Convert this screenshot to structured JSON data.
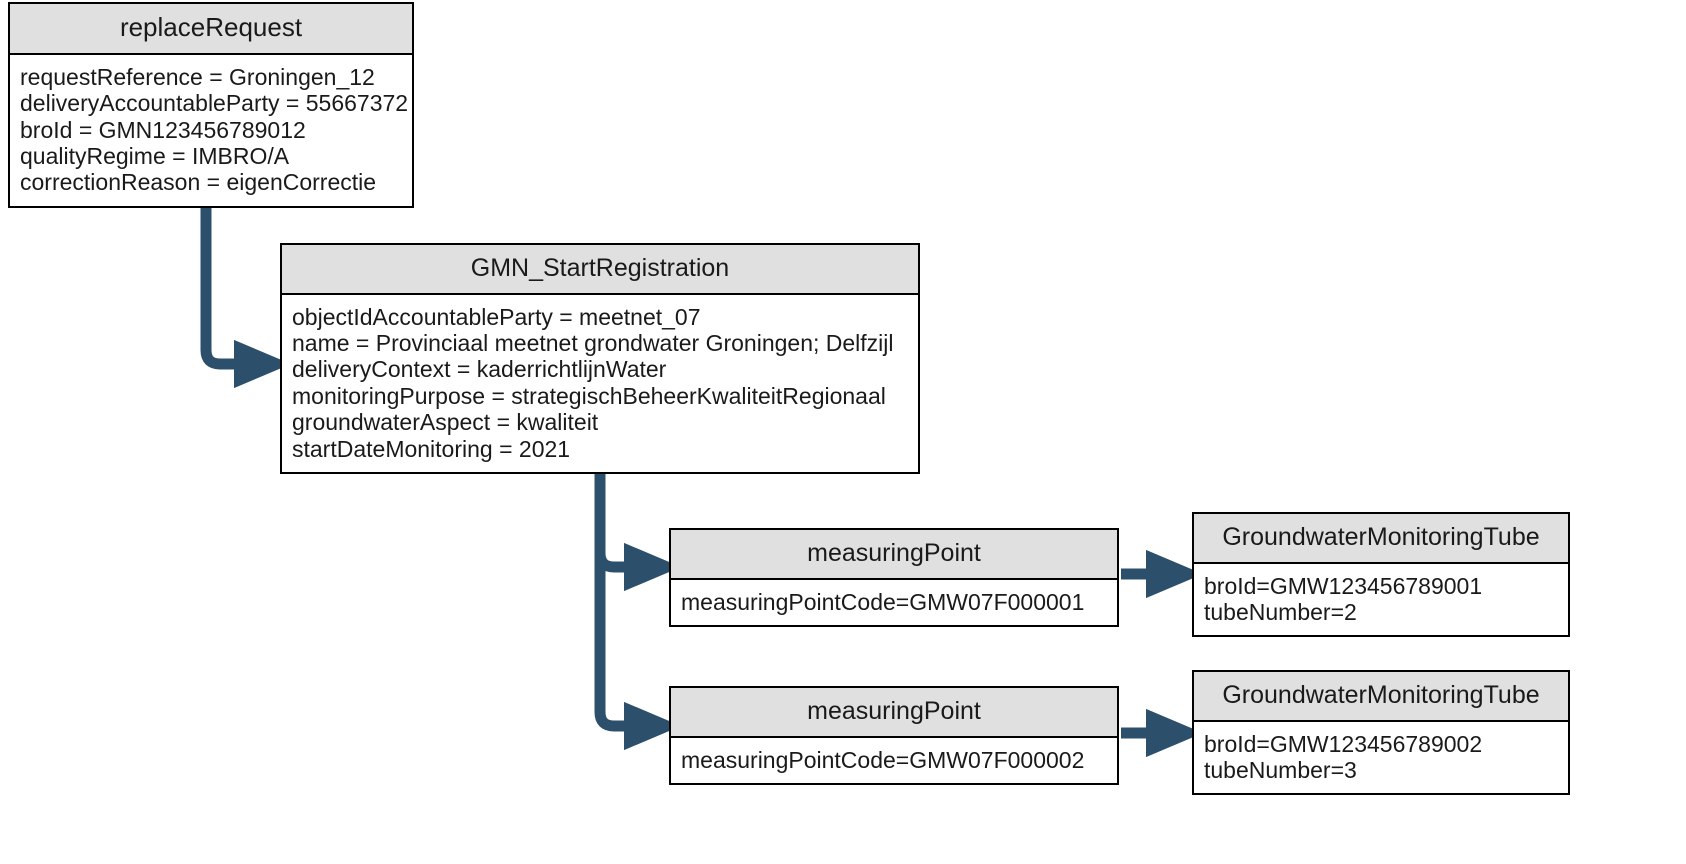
{
  "diagram": {
    "type": "uml-object-diagram",
    "accent_color": "#2c4f6b",
    "header_fill": "#e0e0e0",
    "border_color": "#000000",
    "background": "#ffffff"
  },
  "nodes": {
    "replace_request": {
      "title": "replaceRequest",
      "attributes": [
        "requestReference = Groningen_12",
        "deliveryAccountableParty = 55667372",
        "broId = GMN123456789012",
        "qualityRegime = IMBRO/A",
        "correctionReason = eigenCorrectie"
      ]
    },
    "gmn_start_registration": {
      "title": "GMN_StartRegistration",
      "attributes": [
        "objectIdAccountableParty = meetnet_07",
        "name = Provinciaal meetnet grondwater Groningen; Delfzijl",
        "deliveryContext = kaderrichtlijnWater",
        "monitoringPurpose = strategischBeheerKwaliteitRegionaal",
        "groundwaterAspect = kwaliteit",
        "startDateMonitoring = 2021"
      ]
    },
    "measuring_point_1": {
      "title": "measuringPoint",
      "attributes": [
        "measuringPointCode=GMW07F000001"
      ]
    },
    "measuring_point_2": {
      "title": "measuringPoint",
      "attributes": [
        "measuringPointCode=GMW07F000002"
      ]
    },
    "tube_1": {
      "title": "GroundwaterMonitoringTube",
      "attributes": [
        "broId=GMW123456789001",
        "tubeNumber=2"
      ]
    },
    "tube_2": {
      "title": "GroundwaterMonitoringTube",
      "attributes": [
        "broId=GMW123456789002",
        "tubeNumber=3"
      ]
    }
  },
  "edges": [
    {
      "from": "replace_request",
      "to": "gmn_start_registration"
    },
    {
      "from": "gmn_start_registration",
      "to": "measuring_point_1"
    },
    {
      "from": "gmn_start_registration",
      "to": "measuring_point_2"
    },
    {
      "from": "measuring_point_1",
      "to": "tube_1"
    },
    {
      "from": "measuring_point_2",
      "to": "tube_2"
    }
  ]
}
